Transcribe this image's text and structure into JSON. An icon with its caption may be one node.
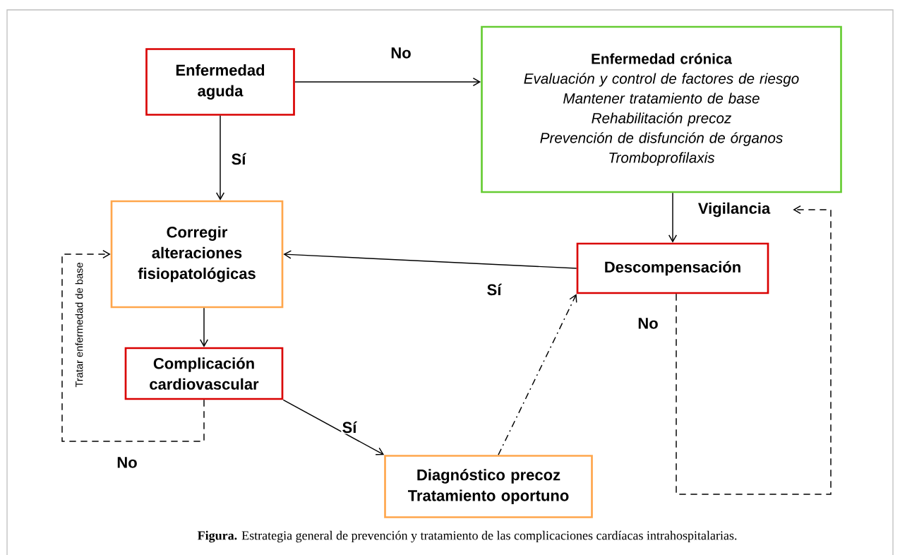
{
  "diagram": {
    "caption": "**Figura.** Estrategia general de prevención y tratamiento de las complicaciones cardíacas intrahospitalarias.",
    "nodes": [
      {
        "text": [
          "Enfermedad aguda"
        ]
      },
      {
        "text": [
          "Enfermedad crónica",
          "Evaluación y control de factores de riesgo",
          "Mantener tratamiento de base",
          "Rehabilitación precoz",
          "Prevención de disfunción de órganos",
          "Tromboprofilaxis"
        ]
      },
      {
        "text": [
          "Corregir alteraciones fisiopatológicas"
        ]
      },
      {
        "text": [
          "Vigilancia"
        ]
      },
      {
        "text": [
          "Descompensación"
        ]
      },
      {
        "text": [
          "Complicación cardiovascular"
        ]
      },
      {
        "text": [
          "Diagnóstico precoz",
          "Tratamiento oportuno"
        ]
      }
    ],
    "edges": [
      {
        "from": 0,
        "to": 1,
        "arrow": "to",
        "label": "No"
      },
      {
        "from": 0,
        "to": 2,
        "arrow": "to",
        "label": "Sí"
      },
      {
        "from": 1,
        "to": 4,
        "arrow": "to"
      },
      {
        "from": 4,
        "to": 2,
        "arrow": "to",
        "label": "Sí"
      },
      {
        "from": 2,
        "to": 5,
        "arrow": "to"
      },
      {
        "from": 5,
        "to": 6,
        "arrow": "to",
        "label": "Sí"
      },
      {
        "from": 6,
        "to": 4,
        "arrow": "to",
        "style": "dashed"
      },
      {
        "from": 5,
        "to": 2,
        "arrow": "to",
        "style": "dashed",
        "label": "No"
      },
      {
        "from": 4,
        "to": 3,
        "arrow": "to",
        "style": "dashed",
        "label": "No"
      }
    ],
    "labels": [
      "Tratar enfermedad de base"
    ]
  }
}
